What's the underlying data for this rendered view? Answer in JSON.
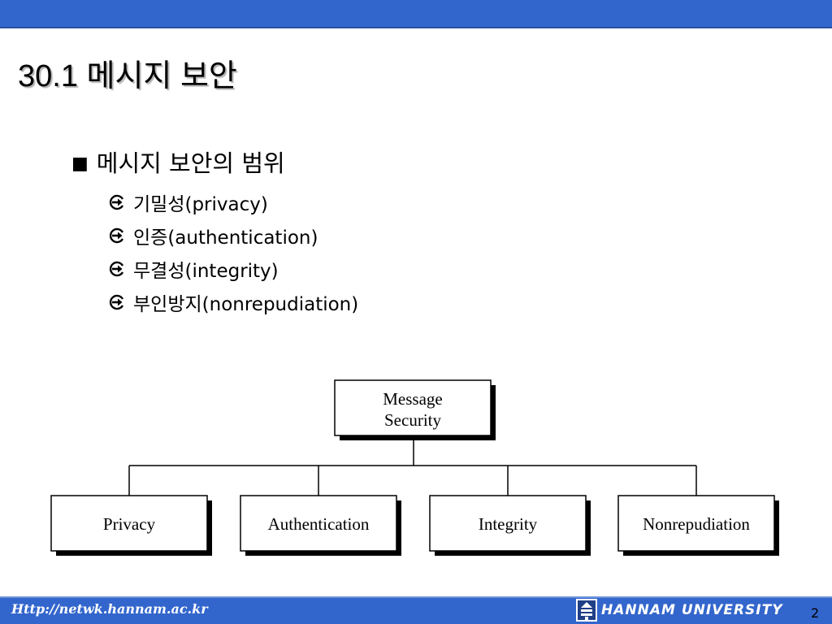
{
  "slide": {
    "title": "30.1 메시지 보안",
    "heading": "메시지 보안의 범위",
    "items": [
      {
        "text": "기밀성(privacy)"
      },
      {
        "text": "인증(authentication)"
      },
      {
        "text": "무결성(integrity)"
      },
      {
        "text": "부인방지(nonrepudiation)"
      }
    ]
  },
  "diagram": {
    "root": {
      "line1": "Message",
      "line2": "Security"
    },
    "children": [
      "Privacy",
      "Authentication",
      "Integrity",
      "Nonrepudiation"
    ]
  },
  "footer": {
    "url": "Http://netwk.hannam.ac.kr",
    "university": "HANNAM  UNIVERSITY",
    "page_number": "2"
  },
  "colors": {
    "bar": "#3366cc",
    "text": "#000000"
  },
  "icons": {
    "bullet": "square-bullet-icon",
    "subbullet": "arrow-circle-right-icon",
    "logo": "hannam-logo-icon"
  }
}
